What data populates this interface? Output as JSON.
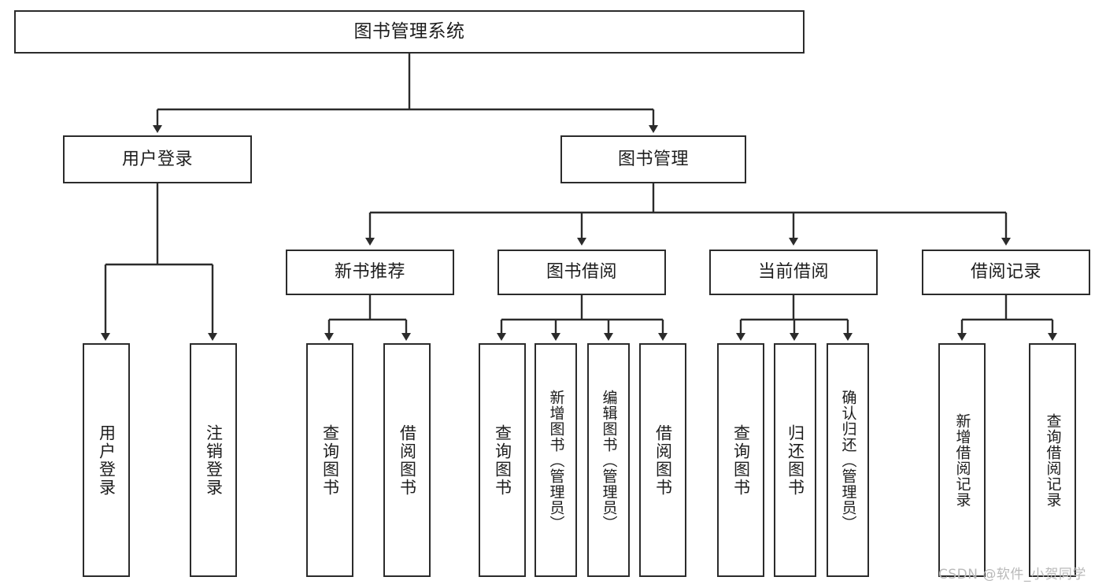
{
  "diagram": {
    "title": "图书管理系统",
    "type": "tree-hierarchy-chart",
    "orientation": "top-down",
    "theme": {
      "box_border": "#2b2b2b",
      "box_fill": "#ffffff",
      "edge": "#2b2b2b",
      "text": "#1d1d1d",
      "watermark": "#b9b9b9"
    }
  },
  "nodes": {
    "root": {
      "label": "图书管理系统",
      "level": 0,
      "text_direction": "horizontal"
    },
    "level2": [
      {
        "id": "user-login",
        "label": "用户登录",
        "text_direction": "horizontal"
      },
      {
        "id": "book-management",
        "label": "图书管理",
        "text_direction": "horizontal"
      }
    ],
    "level3": [
      {
        "id": "new-book-recommend",
        "label": "新书推荐",
        "text_direction": "horizontal"
      },
      {
        "id": "book-borrow",
        "label": "图书借阅",
        "text_direction": "horizontal"
      },
      {
        "id": "current-borrow",
        "label": "当前借阅",
        "text_direction": "horizontal"
      },
      {
        "id": "borrow-record",
        "label": "借阅记录",
        "text_direction": "horizontal"
      }
    ],
    "leaves": [
      {
        "id": "leaf-user-login",
        "label": "用户登录",
        "parent": "user-login",
        "text_direction": "vertical"
      },
      {
        "id": "leaf-logout",
        "label": "注销登录",
        "parent": "user-login",
        "text_direction": "vertical"
      },
      {
        "id": "leaf-query-book-1",
        "label": "查询图书",
        "parent": "new-book-recommend",
        "text_direction": "vertical"
      },
      {
        "id": "leaf-borrow-book-1",
        "label": "借阅图书",
        "parent": "new-book-recommend",
        "text_direction": "vertical"
      },
      {
        "id": "leaf-query-book-2",
        "label": "查询图书",
        "parent": "book-borrow",
        "text_direction": "vertical"
      },
      {
        "id": "leaf-add-book-admin",
        "label": "新增图书（管理员）",
        "parent": "book-borrow",
        "text_direction": "vertical"
      },
      {
        "id": "leaf-edit-book-admin",
        "label": "编辑图书（管理员）",
        "parent": "book-borrow",
        "text_direction": "vertical"
      },
      {
        "id": "leaf-borrow-book-2",
        "label": "借阅图书",
        "parent": "book-borrow",
        "text_direction": "vertical"
      },
      {
        "id": "leaf-query-book-3",
        "label": "查询图书",
        "parent": "current-borrow",
        "text_direction": "vertical"
      },
      {
        "id": "leaf-return-book",
        "label": "归还图书",
        "parent": "current-borrow",
        "text_direction": "vertical"
      },
      {
        "id": "leaf-confirm-return-admin",
        "label": "确认归还（管理员）",
        "parent": "current-borrow",
        "text_direction": "vertical"
      },
      {
        "id": "leaf-add-borrow-record",
        "label": "新增借阅记录",
        "parent": "borrow-record",
        "text_direction": "vertical"
      },
      {
        "id": "leaf-query-borrow-record",
        "label": "查询借阅记录",
        "parent": "borrow-record",
        "text_direction": "vertical"
      }
    ]
  },
  "watermark": {
    "text": "CSDN @软件_小贺同学"
  }
}
